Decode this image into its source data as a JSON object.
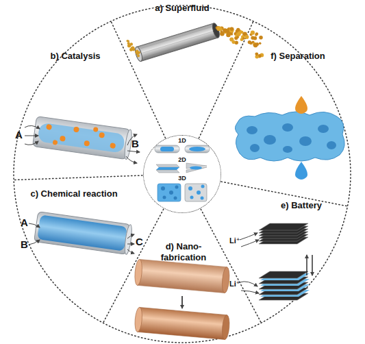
{
  "diagram": {
    "nodes": [
      {
        "text": [
          "a) Superfluid"
        ]
      },
      {
        "text": [
          "b) Catalysis"
        ]
      },
      {
        "text": [
          "f) Separation"
        ]
      },
      {
        "text": [
          "c) Chemical reaction"
        ]
      },
      {
        "text": [
          "d) Nano- fabrication"
        ]
      },
      {
        "text": [
          "e) Battery"
        ]
      },
      {
        "text": [
          "1D",
          "2D",
          "3D"
        ]
      }
    ],
    "labels": [
      "A",
      "B",
      "A",
      "B",
      "C",
      "Li⁺",
      "Li⁺"
    ]
  }
}
